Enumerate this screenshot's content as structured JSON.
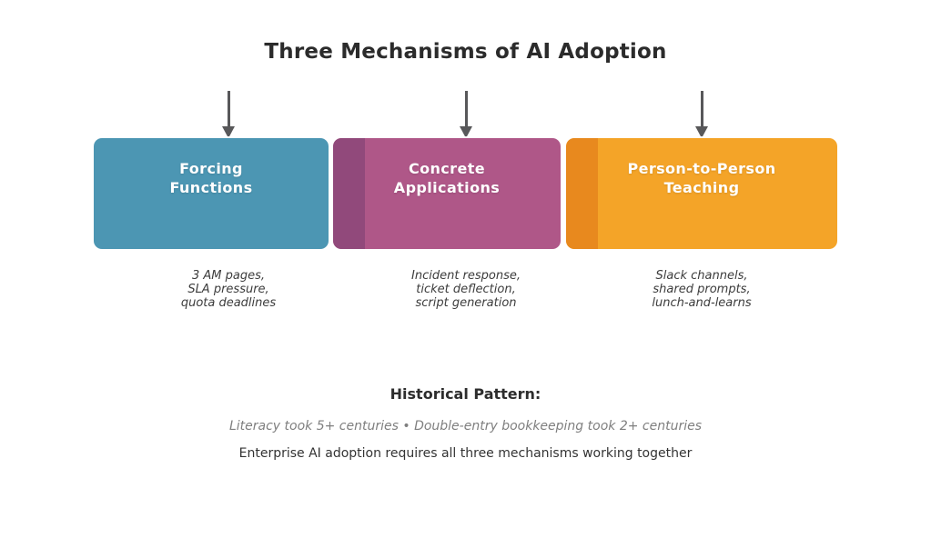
{
  "title": "Three Mechanisms of AI Adoption",
  "arrow_color": "#58585a",
  "mechanisms": [
    {
      "label_lines": [
        "Forcing",
        "Functions"
      ],
      "color": "#4C96B3",
      "accent": null,
      "example_lines": [
        "3 AM pages,",
        "SLA pressure,",
        "quota deadlines"
      ]
    },
    {
      "label_lines": [
        "Concrete",
        "Applications"
      ],
      "color": "#AF5788",
      "accent": "#91497B",
      "example_lines": [
        "Incident response,",
        "ticket deflection,",
        "script generation"
      ]
    },
    {
      "label_lines": [
        "Person-to-Person",
        "Teaching"
      ],
      "color": "#F4A428",
      "accent": "#E8891E",
      "example_lines": [
        "Slack channels,",
        "shared prompts,",
        "lunch-and-learns"
      ]
    }
  ],
  "historical": {
    "heading": "Historical Pattern:",
    "comparison": "Literacy took 5+ centuries • Double-entry bookkeeping took 2+ centuries",
    "conclusion": "Enterprise AI adoption requires all three mechanisms working together"
  }
}
